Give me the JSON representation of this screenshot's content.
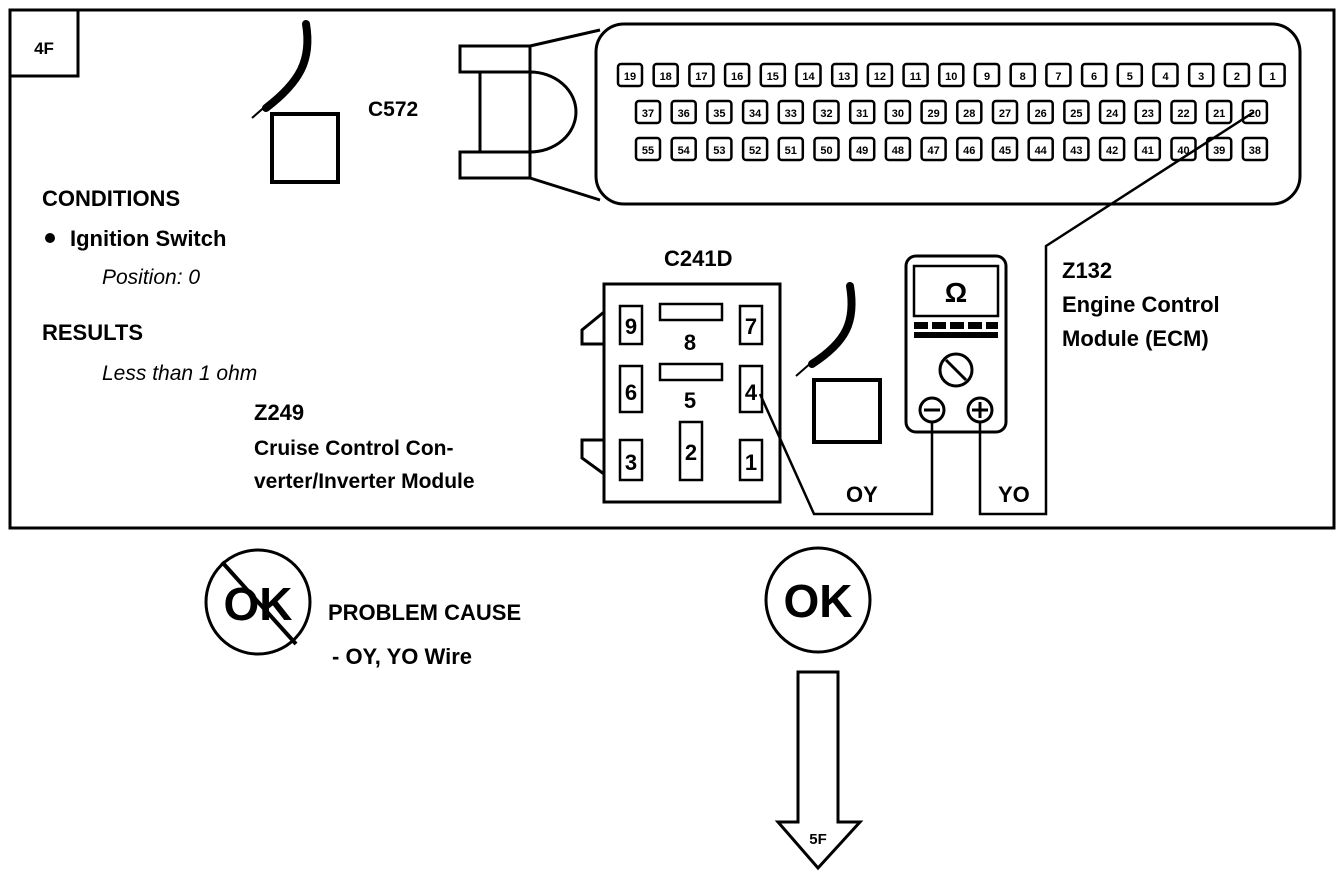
{
  "step": {
    "id": "4F",
    "next": "5F"
  },
  "conditions": {
    "heading": "CONDITIONS",
    "item": "Ignition Switch",
    "detail": "Position: 0"
  },
  "results": {
    "heading": "RESULTS",
    "value": "Less than 1 ohm"
  },
  "connector_c572": {
    "id": "C572",
    "row1": [
      "19",
      "18",
      "17",
      "16",
      "15",
      "14",
      "13",
      "12",
      "11",
      "10",
      "9",
      "8",
      "7",
      "6",
      "5",
      "4",
      "3",
      "2",
      "1"
    ],
    "row2": [
      "37",
      "36",
      "35",
      "34",
      "33",
      "32",
      "31",
      "30",
      "29",
      "28",
      "27",
      "26",
      "25",
      "24",
      "23",
      "22",
      "21",
      "20"
    ],
    "row3": [
      "55",
      "54",
      "53",
      "52",
      "51",
      "50",
      "49",
      "48",
      "47",
      "46",
      "45",
      "44",
      "43",
      "42",
      "41",
      "40",
      "39",
      "38"
    ]
  },
  "connector_c241d": {
    "id": "C241D",
    "pins": [
      "9",
      "8",
      "7",
      "6",
      "5",
      "4",
      "3",
      "2",
      "1"
    ]
  },
  "module_z132": {
    "code": "Z132",
    "name_line1": "Engine Control",
    "name_line2": "Module (ECM)"
  },
  "module_z249": {
    "code": "Z249",
    "name_line1": "Cruise Control Con-",
    "name_line2": "verter/Inverter Module"
  },
  "meter": {
    "symbol": "Ω",
    "neg": "−",
    "pos": "+"
  },
  "wires": {
    "left": "OY",
    "right": "YO"
  },
  "not_ok": {
    "badge": "OK",
    "heading": "PROBLEM CAUSE",
    "cause": "-  OY, YO  Wire"
  },
  "ok": {
    "badge": "OK"
  }
}
